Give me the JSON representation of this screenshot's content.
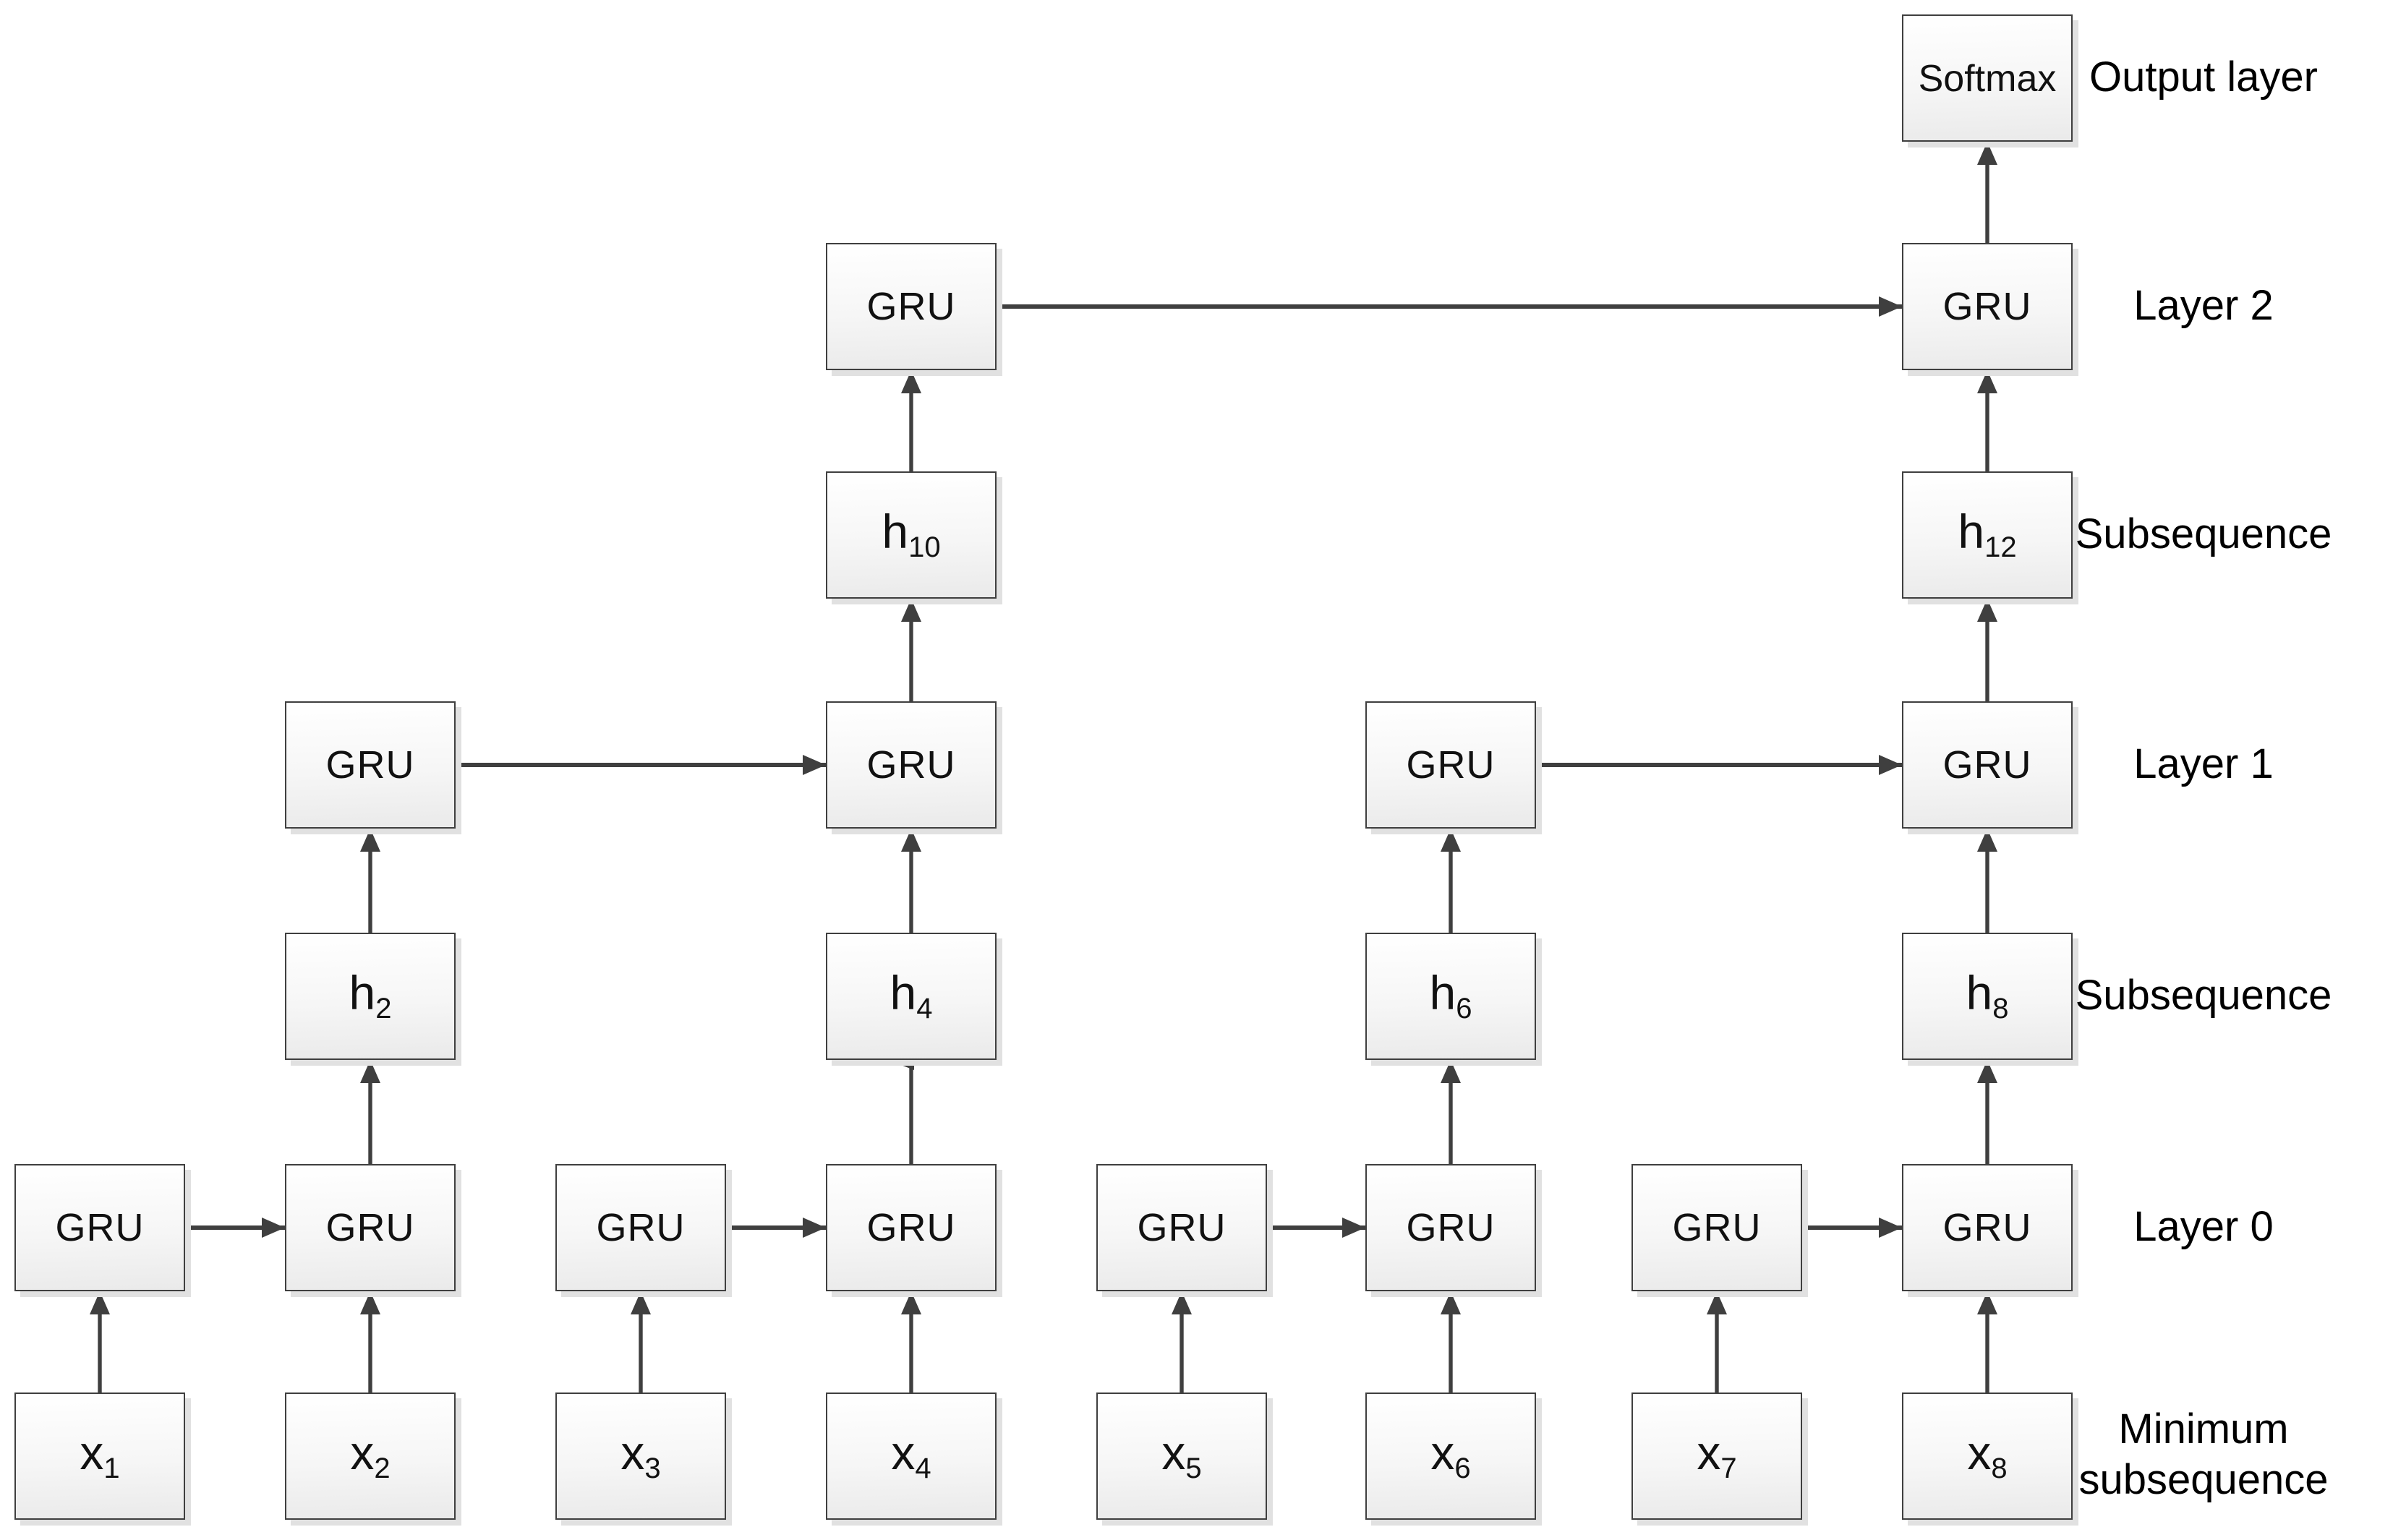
{
  "figure": {
    "background": "#ffffff",
    "arrow_color": "#3f3f3f",
    "box_border_color": "#3f3f3f",
    "box_fill_top": "#ffffff",
    "box_fill_bottom": "#eaeaea",
    "box_shadow_color": "#e1e1e1",
    "text_color": "#111111"
  },
  "nodes": {
    "softmax": {
      "label": "Softmax"
    },
    "gru_l2_1": {
      "label": "GRU"
    },
    "gru_l2_2": {
      "label": "GRU"
    },
    "h10": {
      "main": "h",
      "sub": "10"
    },
    "h12": {
      "main": "h",
      "sub": "12"
    },
    "gru_l1_1": {
      "label": "GRU"
    },
    "gru_l1_2": {
      "label": "GRU"
    },
    "gru_l1_3": {
      "label": "GRU"
    },
    "gru_l1_4": {
      "label": "GRU"
    },
    "h2": {
      "main": "h",
      "sub": "2"
    },
    "h4": {
      "main": "h",
      "sub": "4"
    },
    "h6": {
      "main": "h",
      "sub": "6"
    },
    "h8": {
      "main": "h",
      "sub": "8"
    },
    "gru_l0_1": {
      "label": "GRU"
    },
    "gru_l0_2": {
      "label": "GRU"
    },
    "gru_l0_3": {
      "label": "GRU"
    },
    "gru_l0_4": {
      "label": "GRU"
    },
    "gru_l0_5": {
      "label": "GRU"
    },
    "gru_l0_6": {
      "label": "GRU"
    },
    "gru_l0_7": {
      "label": "GRU"
    },
    "gru_l0_8": {
      "label": "GRU"
    },
    "x1": {
      "main": "x",
      "sub": "1"
    },
    "x2": {
      "main": "x",
      "sub": "2"
    },
    "x3": {
      "main": "x",
      "sub": "3"
    },
    "x4": {
      "main": "x",
      "sub": "4"
    },
    "x5": {
      "main": "x",
      "sub": "5"
    },
    "x6": {
      "main": "x",
      "sub": "6"
    },
    "x7": {
      "main": "x",
      "sub": "7"
    },
    "x8": {
      "main": "x",
      "sub": "8"
    }
  },
  "side_labels": {
    "output_layer": "Output layer",
    "layer_2": "Layer 2",
    "subsequence_upper": "Subsequence",
    "layer_1": "Layer 1",
    "subsequence_lower": "Subsequence",
    "layer_0": "Layer 0",
    "minimum_line1": "Minimum",
    "minimum_line2": "subsequence"
  },
  "edges": [
    {
      "from": "x1",
      "to": "gru_l0_1"
    },
    {
      "from": "x2",
      "to": "gru_l0_2"
    },
    {
      "from": "x3",
      "to": "gru_l0_3"
    },
    {
      "from": "x4",
      "to": "gru_l0_4"
    },
    {
      "from": "x5",
      "to": "gru_l0_5"
    },
    {
      "from": "x6",
      "to": "gru_l0_6"
    },
    {
      "from": "x7",
      "to": "gru_l0_7"
    },
    {
      "from": "x8",
      "to": "gru_l0_8"
    },
    {
      "from": "gru_l0_1",
      "to": "gru_l0_2"
    },
    {
      "from": "gru_l0_3",
      "to": "gru_l0_4"
    },
    {
      "from": "gru_l0_5",
      "to": "gru_l0_6"
    },
    {
      "from": "gru_l0_7",
      "to": "gru_l0_8"
    },
    {
      "from": "gru_l0_2",
      "to": "h2"
    },
    {
      "from": "gru_l0_4",
      "to": "h4",
      "note": "arrowhead points left at h4 bottom edge"
    },
    {
      "from": "gru_l0_6",
      "to": "h6"
    },
    {
      "from": "gru_l0_8",
      "to": "h8"
    },
    {
      "from": "h2",
      "to": "gru_l1_1"
    },
    {
      "from": "h4",
      "to": "gru_l1_2"
    },
    {
      "from": "h6",
      "to": "gru_l1_3"
    },
    {
      "from": "h8",
      "to": "gru_l1_4"
    },
    {
      "from": "gru_l1_1",
      "to": "gru_l1_2"
    },
    {
      "from": "gru_l1_3",
      "to": "gru_l1_4"
    },
    {
      "from": "gru_l1_2",
      "to": "h10"
    },
    {
      "from": "gru_l1_4",
      "to": "h12"
    },
    {
      "from": "h10",
      "to": "gru_l2_1"
    },
    {
      "from": "h12",
      "to": "gru_l2_2"
    },
    {
      "from": "gru_l2_1",
      "to": "gru_l2_2"
    },
    {
      "from": "gru_l2_2",
      "to": "softmax"
    }
  ]
}
